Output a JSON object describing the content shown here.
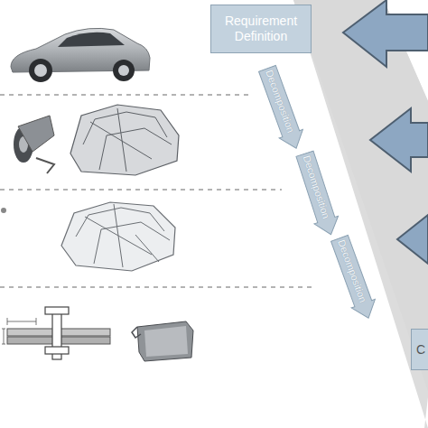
{
  "diagram": {
    "nodes": [
      {
        "text": [
          "Requirement Definition"
        ]
      },
      {
        "text": [
          "Decomposition"
        ]
      },
      {
        "text": [
          "Decomposition"
        ]
      },
      {
        "text": [
          "Decomposition"
        ]
      },
      {
        "text": [
          "C"
        ]
      }
    ]
  }
}
